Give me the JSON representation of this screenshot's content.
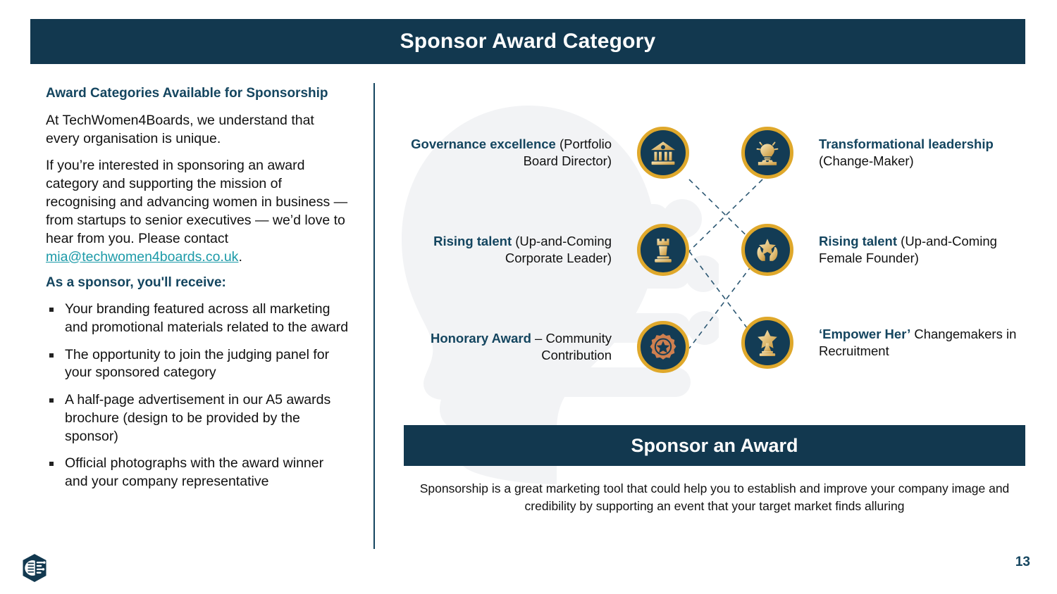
{
  "slide": {
    "title": "Sponsor Award Category",
    "page_number": "13",
    "accent_navy": "#12384F",
    "accent_gold": "#DFA82B",
    "accent_link": "#1C9AA8"
  },
  "left": {
    "heading": "Award Categories Available for Sponsorship",
    "paragraph1": "At TechWomen4Boards, we understand that every organisation is unique.",
    "paragraph2_before_link": "If you’re interested in sponsoring an award category and supporting the mission of recognising and advancing women in business — from startups to senior executives — we’d love to hear from you. Please contact ",
    "email": "mia@techwomen4boards.co.uk",
    "paragraph2_after_link": ".",
    "subheading": "As a sponsor, you'll receive:",
    "bullets": [
      "Your branding featured across all marketing and promotional materials related to the award",
      "The opportunity to join the judging panel for your sponsored category",
      "A half-page advertisement in our A5 awards brochure (design to be provided by the sponsor)",
      "Official photographs with the award winner and your company representative"
    ]
  },
  "diagram": {
    "nodes": [
      {
        "id": "governance",
        "side": "left",
        "icon": "bank-columns-icon",
        "bold": "Governance excellence",
        "rest": " (Portfolio Board Director)"
      },
      {
        "id": "transformational",
        "side": "right",
        "icon": "lightbulb-gear-icon",
        "bold": "Transformational leadership",
        "rest": " (Change-Maker)"
      },
      {
        "id": "rising-corporate",
        "side": "left",
        "icon": "chess-rook-icon",
        "bold": "Rising talent",
        "rest": " (Up-and-Coming Corporate Leader)"
      },
      {
        "id": "rising-founder",
        "side": "right",
        "icon": "hands-star-icon",
        "bold": "Rising talent",
        "rest": " (Up-and-Coming Female Founder)"
      },
      {
        "id": "honorary",
        "side": "left",
        "icon": "medal-star-icon",
        "bold": "Honorary Award",
        "rest": " – Community Contribution"
      },
      {
        "id": "empower-her",
        "side": "right",
        "icon": "trophy-star-icon",
        "bold": "‘Empower Her’",
        "rest": " Changemakers in Recruitment"
      }
    ]
  },
  "bottom": {
    "band_title": "Sponsor an Award",
    "caption": "Sponsorship is a great marketing tool that could help you to establish and improve your company image and credibility by supporting an event that your target market finds alluring"
  }
}
